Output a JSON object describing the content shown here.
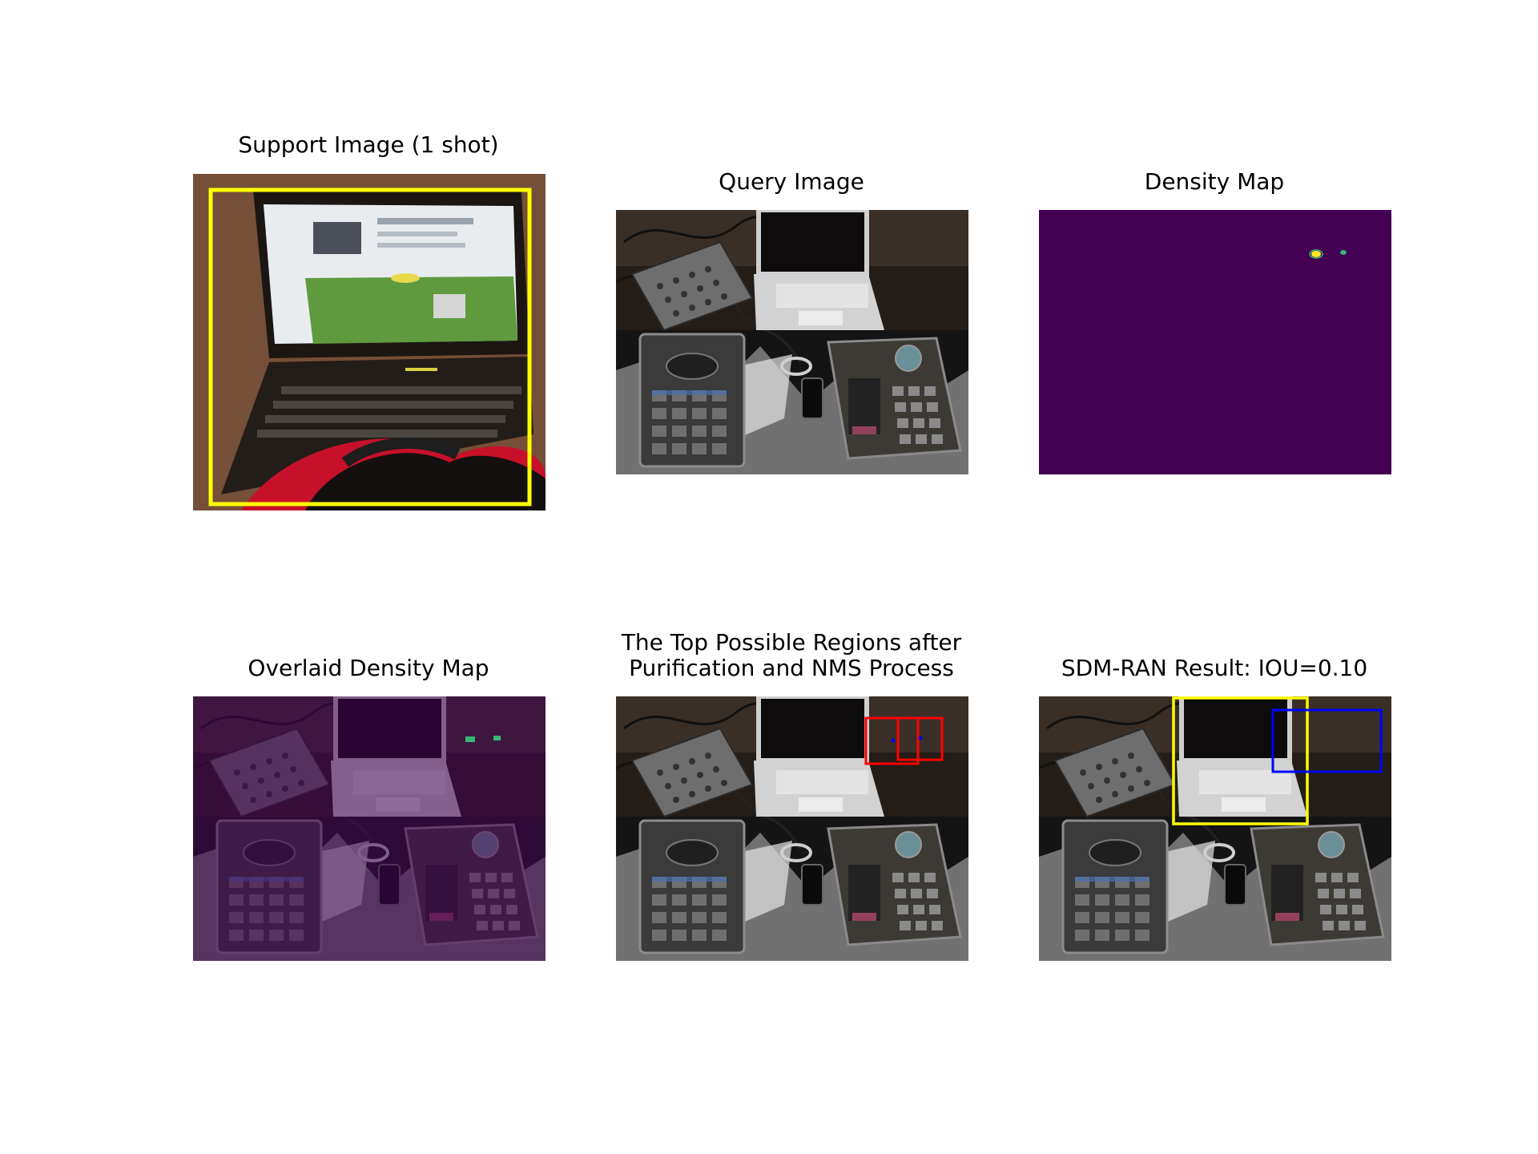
{
  "panels": {
    "support": {
      "title": "Support Image (1 shot)"
    },
    "query": {
      "title": "Query Image"
    },
    "density": {
      "title": "Density Map"
    },
    "overlaid": {
      "title": "Overlaid Density Map"
    },
    "regions": {
      "title_line1": "The Top Possible Regions after",
      "title_line2": "Purification and NMS Process"
    },
    "result": {
      "title": "SDM-RAN Result: IOU=0.10"
    }
  },
  "colors": {
    "support_box": "#ffff00",
    "ground_truth_box": "#ffff00",
    "predicted_box": "#0000ff",
    "candidate_box": "#ff0000",
    "density_background": "#440154",
    "density_peak": "#fde725",
    "density_peak_secondary": "#35b779"
  }
}
